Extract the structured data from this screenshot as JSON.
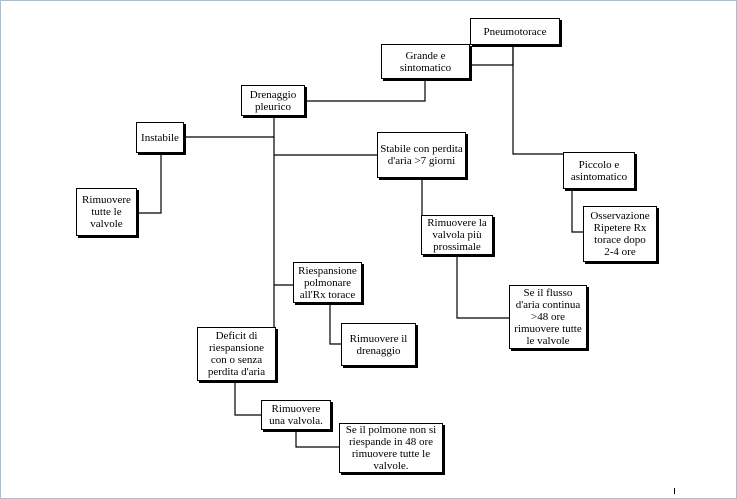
{
  "nodes": {
    "pneumotorace": "Pneumotorace",
    "grande": "Grande e\nsintomatico",
    "drenaggio": "Drenaggio\npleurico",
    "instabile": "Instabile",
    "rimuovere_tutte": "Rimuovere\ntutte le\nvalvole",
    "stabile": "Stabile con perdita\nd'aria >7 giorni",
    "piccolo": "Piccolo e\nasintomatico",
    "osservazione": "Osservazione\nRipetere Rx\ntorace dopo\n2-4 ore",
    "rimuovere_prossimale": "Rimuovere la\nvalvola più\nprossimale",
    "flusso": "Se il flusso\nd'aria continua\n>48 ore\nrimuovere tutte\nle valvole",
    "riespansione": "Riespansione\npolmonare\nall'Rx torace",
    "rimuovere_drenaggio": "Rimuovere il\ndrenaggio",
    "deficit": "Deficit di\nriespansione\ncon o senza\nperdita d'aria",
    "rimuovere_una": "Rimuovere\nuna valvola.",
    "polmone": "Se il polmone non si\nriespande in 48 ore\nrimuovere tutte le\nvalvole."
  }
}
